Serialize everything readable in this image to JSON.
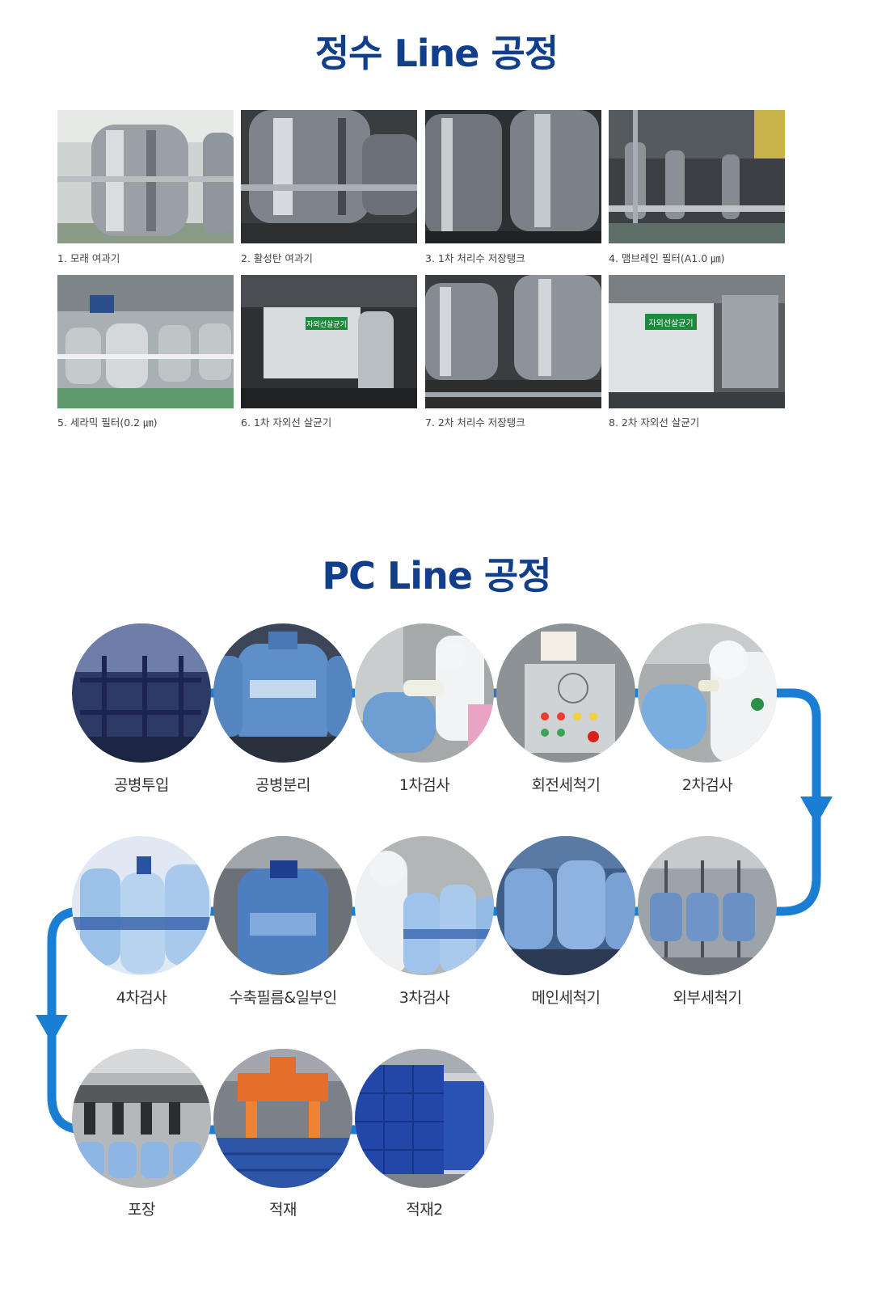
{
  "water_line": {
    "title": "정수 Line 공정",
    "items": [
      {
        "caption": "1. 모래 여과기",
        "icon": "steel-tank-photo"
      },
      {
        "caption": "2. 활성탄 여과기",
        "icon": "steel-tank-photo"
      },
      {
        "caption": "3. 1차 처리수 저장탱크",
        "icon": "steel-tank-photo"
      },
      {
        "caption": "4. 맴브레인 필터(A1.0 ㎛)",
        "icon": "pipe-system-photo"
      },
      {
        "caption": "5. 세라믹 필터(0.2 ㎛)",
        "icon": "filter-housing-photo"
      },
      {
        "caption": "6. 1차 자외선 살균기",
        "icon": "uv-sterilizer-photo",
        "sign": "자외선살균기"
      },
      {
        "caption": "7. 2차 처리수 저장탱크",
        "icon": "steel-tank-photo"
      },
      {
        "caption": "8. 2차 자외선 살균기",
        "icon": "uv-sterilizer-photo",
        "sign": "자외선살균기"
      }
    ]
  },
  "pc_line": {
    "title": "PC Line 공정",
    "accent_color": "#1a7fd4",
    "steps": [
      {
        "label": "공병투입",
        "icon": "crate-photo"
      },
      {
        "label": "공병분리",
        "icon": "bottle-photo"
      },
      {
        "label": "1차검사",
        "icon": "worker-inspection-photo"
      },
      {
        "label": "회전세척기",
        "icon": "control-panel-photo"
      },
      {
        "label": "2차검사",
        "icon": "worker-inspection-photo"
      },
      {
        "label": "외부세척기",
        "icon": "washer-machine-photo"
      },
      {
        "label": "메인세척기",
        "icon": "bottle-conveyor-photo"
      },
      {
        "label": "3차검사",
        "icon": "worker-inspection-photo"
      },
      {
        "label": "수축필름&일부인",
        "icon": "bottle-photo"
      },
      {
        "label": "4차검사",
        "icon": "bottle-row-photo"
      },
      {
        "label": "포장",
        "icon": "packing-machine-photo"
      },
      {
        "label": "적재",
        "icon": "robot-stacking-photo"
      },
      {
        "label": "적재2",
        "icon": "warehouse-pallet-photo"
      }
    ]
  }
}
